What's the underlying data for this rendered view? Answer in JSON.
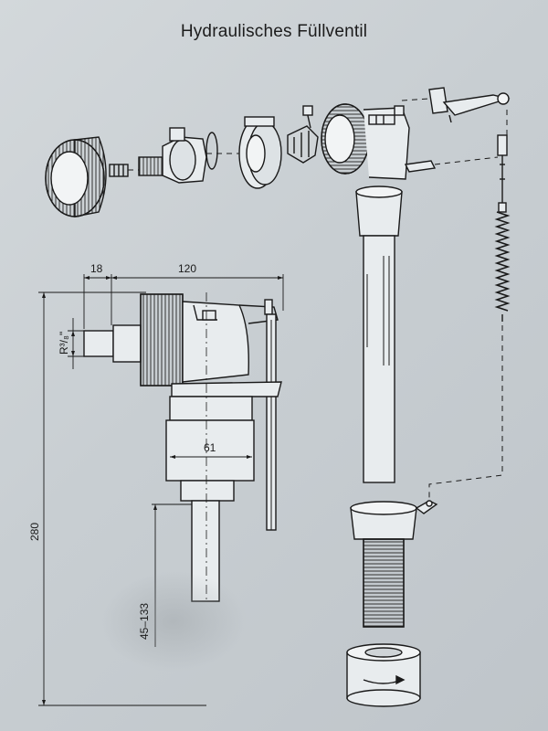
{
  "title": "Hydraulisches Füllventil",
  "dimensions": {
    "inlet_offset": "18",
    "width": "120",
    "thread": "R³/₈\"",
    "body_diameter": "61",
    "height": "280",
    "adjust_range": "45–133"
  }
}
